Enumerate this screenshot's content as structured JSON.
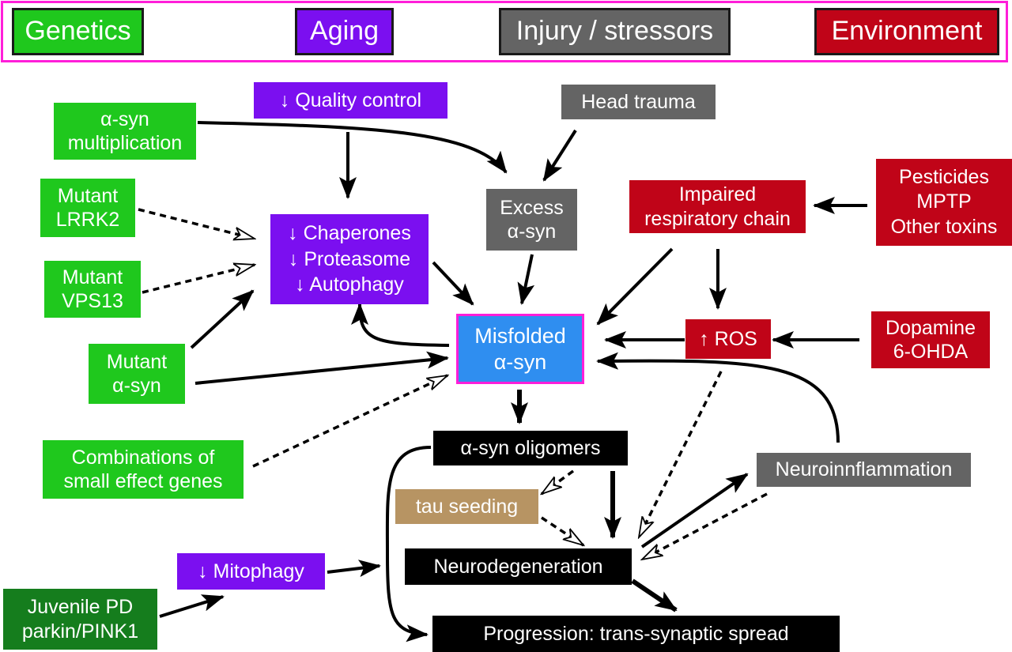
{
  "legend": {
    "genetics": "Genetics",
    "aging": "Aging",
    "injury": "Injury / stressors",
    "environment": "Environment"
  },
  "nodes": {
    "quality_control": "↓ Quality control",
    "head_trauma": "Head trauma",
    "asyn_multiplication": [
      "α-syn",
      "multiplication"
    ],
    "mutant_lrrk2": [
      "Mutant",
      "LRRK2"
    ],
    "mutant_vps13": [
      "Mutant",
      "VPS13"
    ],
    "mutant_asyn": [
      "Mutant",
      "α-syn"
    ],
    "small_effect_genes": [
      "Combinations of",
      "small effect genes"
    ],
    "chaperones": [
      "↓ Chaperones",
      "↓ Proteasome",
      "↓ Autophagy"
    ],
    "excess_asyn": [
      "Excess",
      "α-syn"
    ],
    "impaired_respiratory": [
      "Impaired",
      "respiratory chain"
    ],
    "pesticides": [
      "Pesticides",
      "MPTP",
      "Other toxins"
    ],
    "misfolded_asyn": [
      "Misfolded",
      "α-syn"
    ],
    "ros": "↑ ROS",
    "dopamine": [
      "Dopamine",
      "6-OHDA"
    ],
    "asyn_oligomers": "α-syn oligomers",
    "neuroinflammation": "Neuroinnflammation",
    "tau_seeding": "tau seeding",
    "neurodegeneration": "Neurodegeneration",
    "mitophagy": "↓ Mitophagy",
    "juvenile_pd": [
      "Juvenile PD",
      "parkin/PINK1"
    ],
    "progression": "Progression: trans-synaptic spread"
  },
  "colors": {
    "genetics": "#1fc81d",
    "genetics_dark": "#157d1d",
    "aging": "#7b0ff0",
    "injury": "#646464",
    "environment": "#c00418",
    "outcome": "#000000",
    "misfolded": "#2f8ef0",
    "misfolded_border": "#ff1ed9",
    "tau": "#b79463",
    "legend_frame": "#ff1ed9"
  }
}
